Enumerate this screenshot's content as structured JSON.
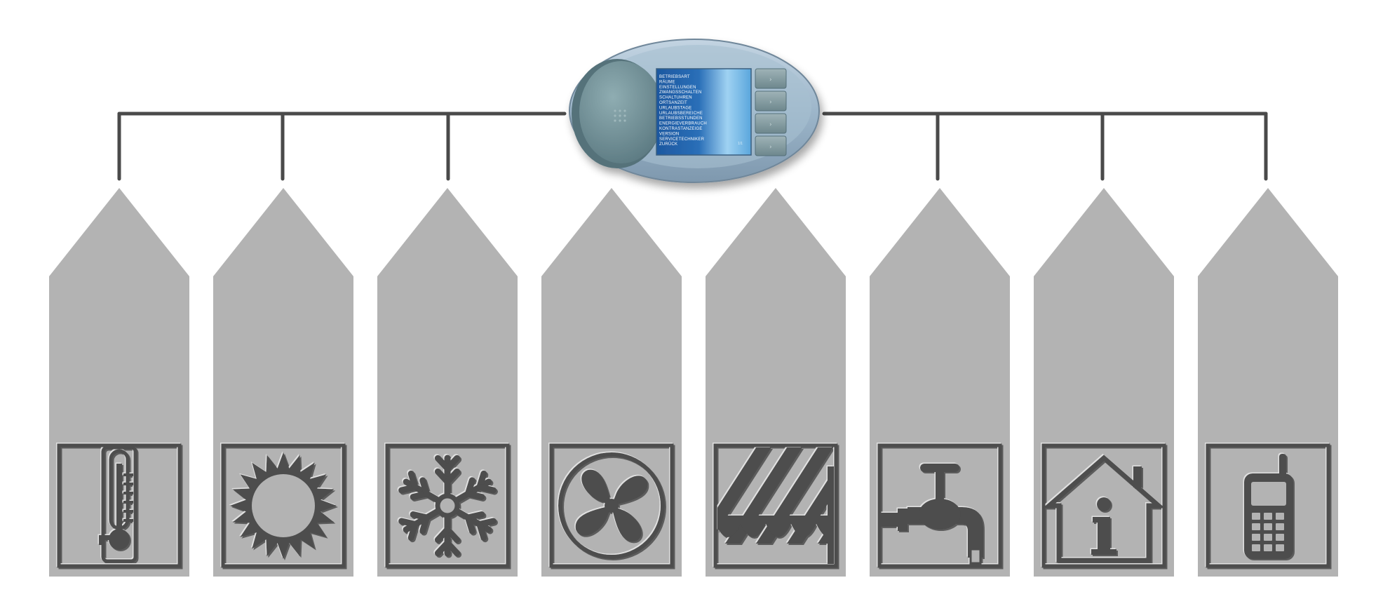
{
  "controller": {
    "menu_items": [
      "BETRIEBSART",
      "RÄUME",
      "EINSTELLUNGEN",
      "ZWANGSSCHALTEN",
      "SCHALTUHREN",
      "ORTSANZEIT",
      "URLAUBSTAGE",
      "URLAUBSBEREICHE",
      "BETRIEBSSTUNDEN",
      "ENERGIEVERBRAUCH",
      "KONTRASTANZEIGE",
      "VERSION",
      "SERVICETECHNIKER",
      "ZURÜCK"
    ],
    "screen_tag": "1/1",
    "button_count": 4
  },
  "modules": [
    {
      "id": "temperature",
      "icon": "thermometer-icon"
    },
    {
      "id": "heating",
      "icon": "sun-icon"
    },
    {
      "id": "cooling",
      "icon": "snowflake-icon"
    },
    {
      "id": "ventilation",
      "icon": "fan-icon"
    },
    {
      "id": "shading",
      "icon": "awning-icon"
    },
    {
      "id": "water",
      "icon": "faucet-icon"
    },
    {
      "id": "home-info",
      "icon": "house-info-icon"
    },
    {
      "id": "mobile",
      "icon": "mobile-phone-icon"
    }
  ],
  "colors": {
    "tag_fill": "#b3b3b3",
    "icon_dark": "#4d4d4d",
    "connector": "#4a4a4a",
    "controller_body": "#9fb8cc",
    "screen_blue": "#1f5da3",
    "knob": "#6f8f96"
  }
}
